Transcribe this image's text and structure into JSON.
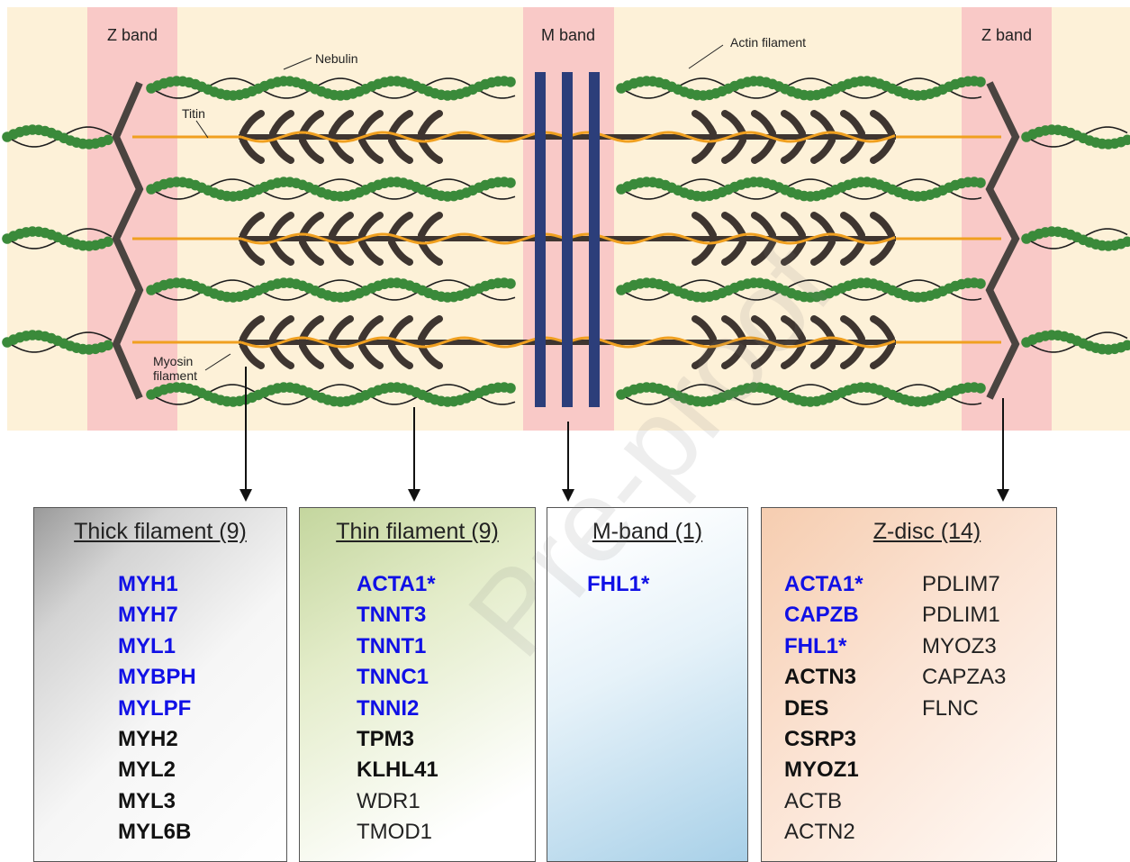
{
  "labels": {
    "z_band_left": "Z band",
    "z_band_right": "Z band",
    "m_band": "M band",
    "nebulin": "Nebulin",
    "actin_filament": "Actin filament",
    "titin": "Titin",
    "myosin_line1": "Myosin",
    "myosin_line2": "filament"
  },
  "boxes": {
    "thick": {
      "title": "Thick filament  (9)",
      "genes": [
        {
          "name": "MYH1",
          "style": "blue"
        },
        {
          "name": "MYH7",
          "style": "blue"
        },
        {
          "name": "MYL1",
          "style": "blue"
        },
        {
          "name": "MYBPH",
          "style": "blue"
        },
        {
          "name": "MYLPF",
          "style": "blue"
        },
        {
          "name": "MYH2",
          "style": "bold"
        },
        {
          "name": "MYL2",
          "style": "bold"
        },
        {
          "name": "MYL3",
          "style": "bold"
        },
        {
          "name": "MYL6B",
          "style": "bold"
        }
      ]
    },
    "thin": {
      "title": "Thin filament (9)",
      "genes": [
        {
          "name": "ACTA1*",
          "style": "blue"
        },
        {
          "name": "TNNT3",
          "style": "blue"
        },
        {
          "name": "TNNT1",
          "style": "blue"
        },
        {
          "name": "TNNC1",
          "style": "blue"
        },
        {
          "name": "TNNI2",
          "style": "blue"
        },
        {
          "name": "TPM3",
          "style": "bold"
        },
        {
          "name": "KLHL41",
          "style": "bold"
        },
        {
          "name": "WDR1",
          "style": "plain"
        },
        {
          "name": "TMOD1",
          "style": "plain"
        }
      ]
    },
    "mband": {
      "title": "M-band (1)",
      "genes": [
        {
          "name": "FHL1*",
          "style": "blue"
        }
      ]
    },
    "zdisc": {
      "title": "Z-disc (14)",
      "genes_col1": [
        {
          "name": "ACTA1*",
          "style": "blue"
        },
        {
          "name": "CAPZB",
          "style": "blue"
        },
        {
          "name": "FHL1*",
          "style": "blue"
        },
        {
          "name": "ACTN3",
          "style": "bold"
        },
        {
          "name": "DES",
          "style": "bold"
        },
        {
          "name": "CSRP3",
          "style": "bold"
        },
        {
          "name": "MYOZ1",
          "style": "bold"
        },
        {
          "name": "ACTB",
          "style": "plain"
        },
        {
          "name": "ACTN2",
          "style": "plain"
        }
      ],
      "genes_col2": [
        {
          "name": "PDLIM7",
          "style": "plain"
        },
        {
          "name": "PDLIM1",
          "style": "plain"
        },
        {
          "name": "MYOZ3",
          "style": "plain"
        },
        {
          "name": "CAPZA3",
          "style": "plain"
        },
        {
          "name": "FLNC",
          "style": "plain"
        }
      ]
    }
  },
  "watermark": "Pre-proof",
  "colors": {
    "background": "#fdf1d8",
    "band": "#f8c0c0",
    "actin": "#3a8a3a",
    "myosin": "#3e3530",
    "titin": "#f0a020",
    "mline": "#2c3e7a",
    "gene_blue": "#1010e6"
  }
}
